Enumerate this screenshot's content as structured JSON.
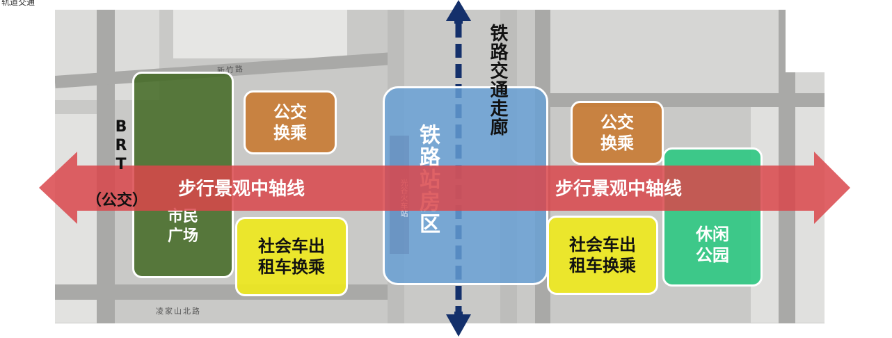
{
  "corner_text": "轨道交通",
  "road_names": {
    "top": "新竹路",
    "bottom": "凌家山北路",
    "station_sign": "光谷火车站"
  },
  "brt": {
    "line1": "B",
    "line2": "R",
    "line3": "T",
    "line4": "（公交）"
  },
  "zones": {
    "civic_plaza": {
      "line1": "市民",
      "line2": "广场"
    },
    "bus_left": {
      "line1": "公交",
      "line2": "换乘"
    },
    "taxi_left": {
      "line1": "社会车出",
      "line2": "租车换乘"
    },
    "station": {
      "text": "铁路站房区"
    },
    "bus_right": {
      "line1": "公交",
      "line2": "换乘"
    },
    "taxi_right": {
      "line1": "社会车出",
      "line2": "租车换乘"
    },
    "park": {
      "line1": "休闲",
      "line2": "公园"
    }
  },
  "rail_corridor": {
    "text": "铁路交通走廊"
  },
  "axis": {
    "left": "步行景观中轴线",
    "right": "步行景观中轴线"
  },
  "colors": {
    "axis_red": "#d9464b",
    "civic_green": "#426822",
    "bus_orange": "#c87a32",
    "taxi_yellow": "#eee81e",
    "station_blue": "#66a0d6",
    "park_teal": "#2ec882",
    "corridor_navy": "#14306b"
  }
}
